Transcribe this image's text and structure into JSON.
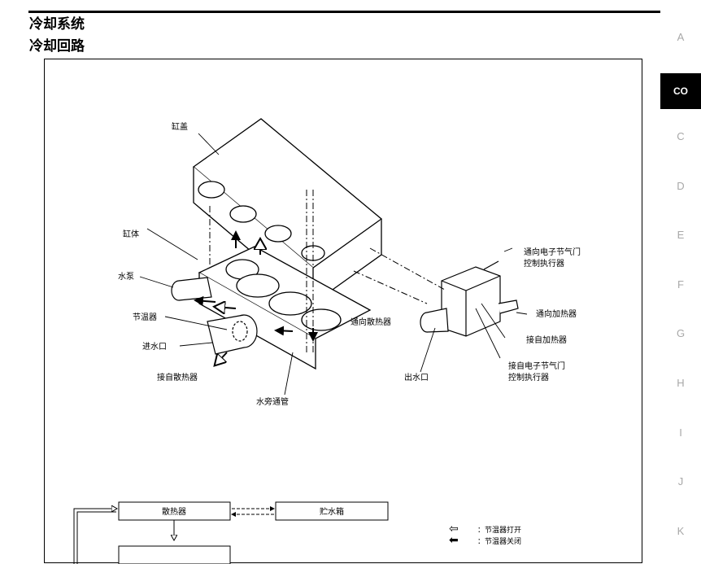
{
  "header": {
    "section_title": "冷却系统",
    "subsection_title": "冷却回路"
  },
  "side_tabs": [
    "A",
    "CO",
    "C",
    "D",
    "E",
    "F",
    "G",
    "H",
    "I",
    "J",
    "K"
  ],
  "active_tab": "CO",
  "diagram": {
    "labels": {
      "cylinder_head": "缸盖",
      "cylinder_block": "缸体",
      "water_pump": "水泵",
      "thermostat": "节温器",
      "water_inlet": "进水口",
      "from_radiator": "接自散热器",
      "bypass_pipe": "水旁通管",
      "to_radiator": "通向散热器",
      "water_outlet": "出水口",
      "to_throttle_actuator_line1": "通向电子节气门",
      "to_throttle_actuator_line2": "控制执行器",
      "to_heater": "通向加热器",
      "from_heater": "接自加热器",
      "from_throttle_actuator_line1": "接自电子节气门",
      "from_throttle_actuator_line2": "控制执行器"
    },
    "flow_chart": {
      "radiator": "散热器",
      "reservoir": "贮水箱"
    },
    "legend": {
      "open_symbol": "⇦",
      "open_text": "：节温器打开",
      "closed_symbol": "⬅",
      "closed_text": "：节温器关闭"
    }
  }
}
